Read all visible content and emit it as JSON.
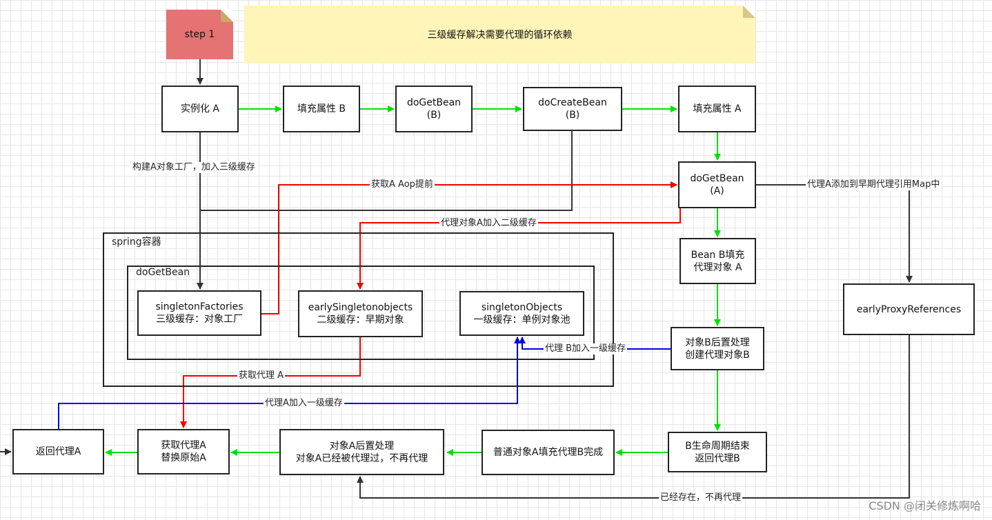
{
  "step_note": "step 1",
  "title_note": "三级缓存解决需要代理的循环依赖",
  "nodes": {
    "instantiate_a": "实例化 A",
    "fill_prop_b": "填充属性 B",
    "do_get_bean_b_1": "doGetBean",
    "do_get_bean_b_2": "(B)",
    "do_create_bean_b_1": "doCreateBean",
    "do_create_bean_b_2": "(B)",
    "fill_prop_a": "填充属性 A",
    "do_get_bean_a_1": "doGetBean",
    "do_get_bean_a_2": "(A)",
    "bean_b_fill_1": "Bean B填充",
    "bean_b_fill_2": "代理对象 A",
    "early_proxy_refs": "earlyProxyReferences",
    "b_post_1": "对象B后置处理",
    "b_post_2": "创建代理对象B",
    "b_end_1": "B生命周期结束",
    "b_end_2": "返回代理B",
    "normal_a_fill": "普通对象A填充代理B完成",
    "a_post_1": "对象A后置处理",
    "a_post_2": "对象A已经被代理过，不再代理",
    "get_proxy_a_1": "获取代理A",
    "get_proxy_a_2": "替换原始A",
    "return_proxy_a": "返回代理A",
    "singleton_factories_1": "singletonFactories",
    "singleton_factories_2": "三级缓存：对象工厂",
    "early_singleton_1": "earlySingletonobjects",
    "early_singleton_2": "二级缓存：早期对象",
    "singleton_objects_1": "singletonObjects",
    "singleton_objects_2": "一级缓存：单例对象池"
  },
  "containers": {
    "spring": "spring容器",
    "do_get_bean": "doGetBean"
  },
  "edge_labels": {
    "build_factory": "构建A对象工厂，加入三级缓存",
    "get_aop_early": "获取A Aop提前",
    "add_to_early_map": "代理A添加到早期代理引用Map中",
    "add_level2": "代理对象A加入二级缓存",
    "proxy_b_level1": "代理 B加入一级缓存",
    "get_proxy_a": "获取代理 A",
    "proxy_a_level1": "代理A加入一级缓存",
    "already_exists": "已经存在，不再代理"
  },
  "watermark": "CSDN @闭关修炼啊哈",
  "colors": {
    "green": "#00e000",
    "red": "#ee0000",
    "blue": "#0000dd",
    "black": "#333333",
    "step_fill": "#e57373",
    "note_fill": "#fff5b8"
  }
}
